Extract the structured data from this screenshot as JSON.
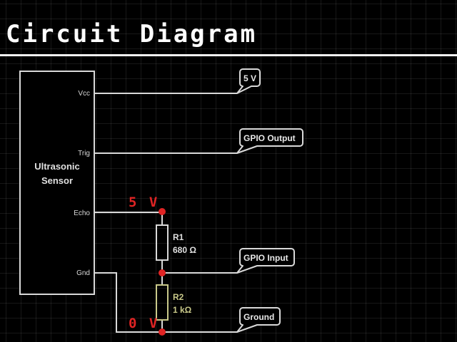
{
  "title": "Circuit Diagram",
  "sensor": {
    "name_line1": "Ultrasonic",
    "name_line2": "Sensor",
    "pins": [
      "Vcc",
      "Trig",
      "Echo",
      "Gnd"
    ]
  },
  "net_labels": {
    "vcc": "5 V",
    "trig": "GPIO Output",
    "echo_mid": "GPIO Input",
    "gnd": "Ground"
  },
  "rails": {
    "top": "5 V",
    "bottom": "0 V"
  },
  "resistors": [
    {
      "ref": "R1",
      "value": "680 Ω"
    },
    {
      "ref": "R2",
      "value": "1 kΩ"
    }
  ],
  "colors": {
    "wire": "#d9d9d9",
    "node": "#e02424",
    "rail_text": "#e02424",
    "r1": "#d9d9d9",
    "r2": "#c9c98a"
  }
}
